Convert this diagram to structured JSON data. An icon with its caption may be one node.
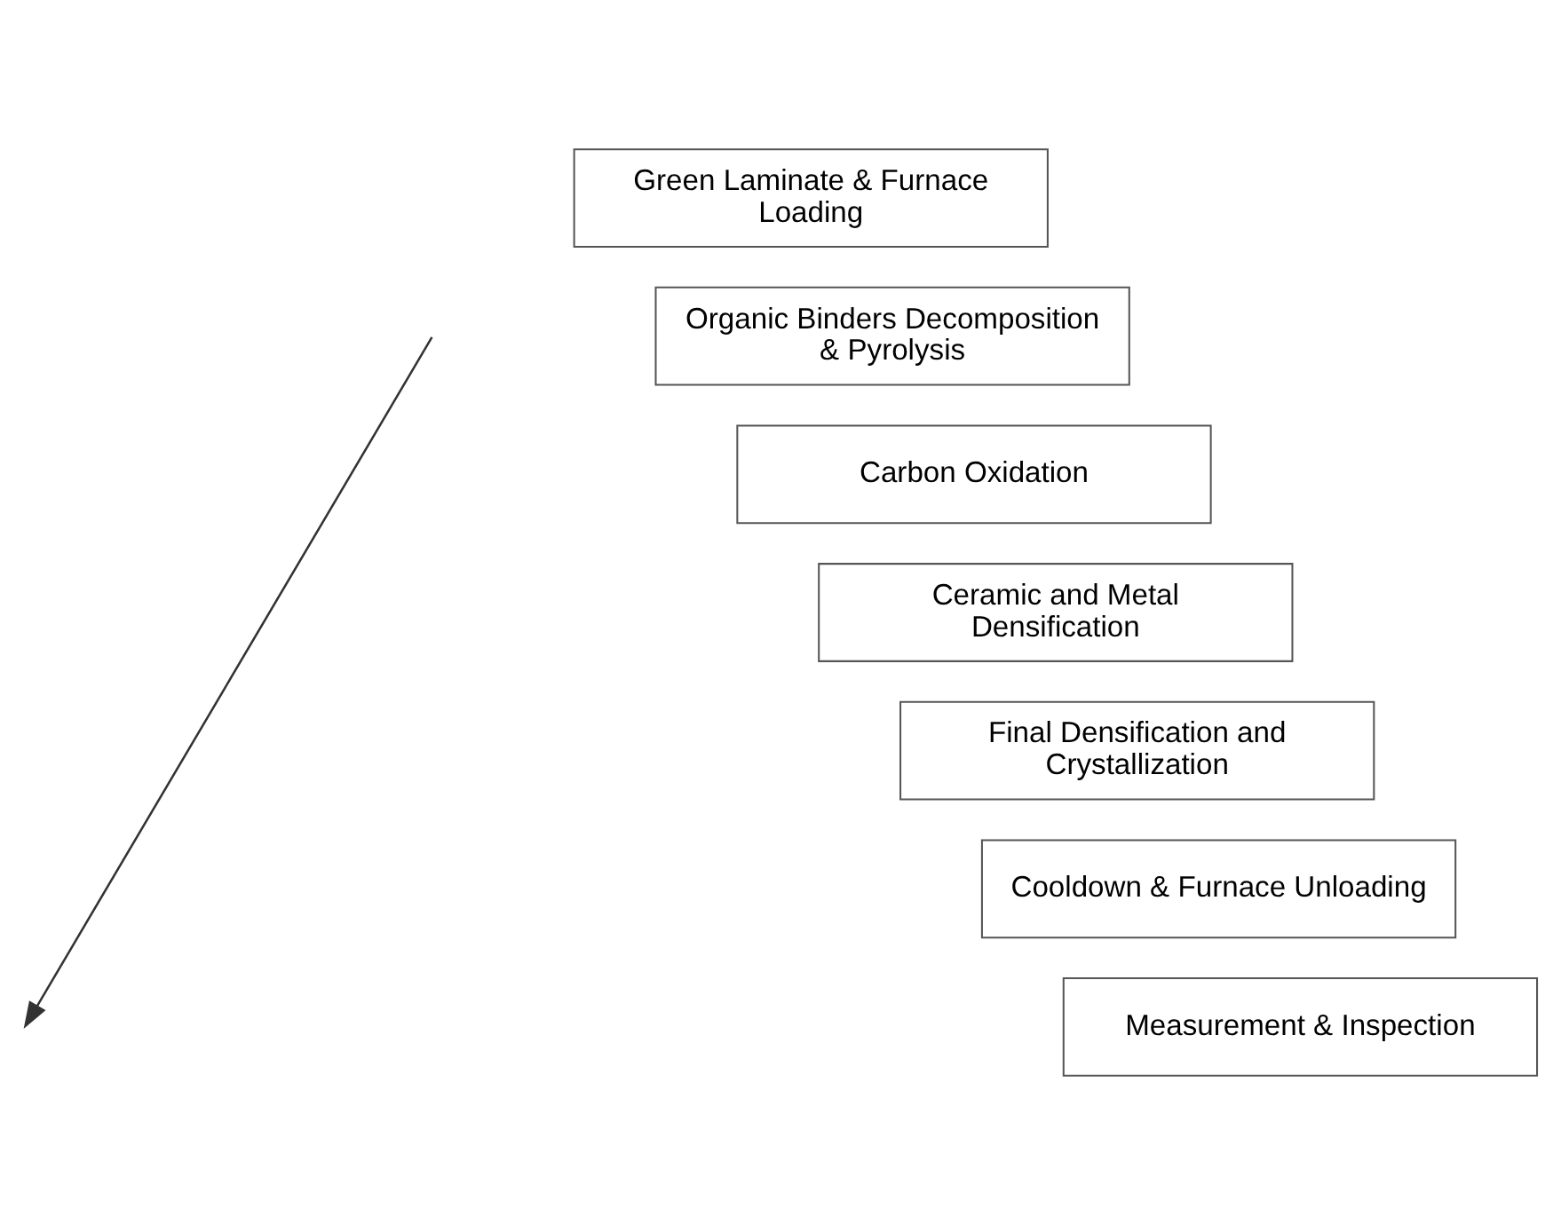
{
  "diagram": {
    "nodes": [
      {
        "text": [
          "Green Laminate & Furnace Loading"
        ]
      },
      {
        "text": [
          "Organic Binders Decomposition & Pyrolysis"
        ]
      },
      {
        "text": [
          "Carbon Oxidation"
        ]
      },
      {
        "text": [
          "Ceramic and Metal Densification"
        ]
      },
      {
        "text": [
          "Final Densification and Crystallization"
        ]
      },
      {
        "text": [
          "Cooldown & Furnace Unloading"
        ]
      },
      {
        "text": [
          "Measurement & Inspection"
        ]
      }
    ]
  }
}
